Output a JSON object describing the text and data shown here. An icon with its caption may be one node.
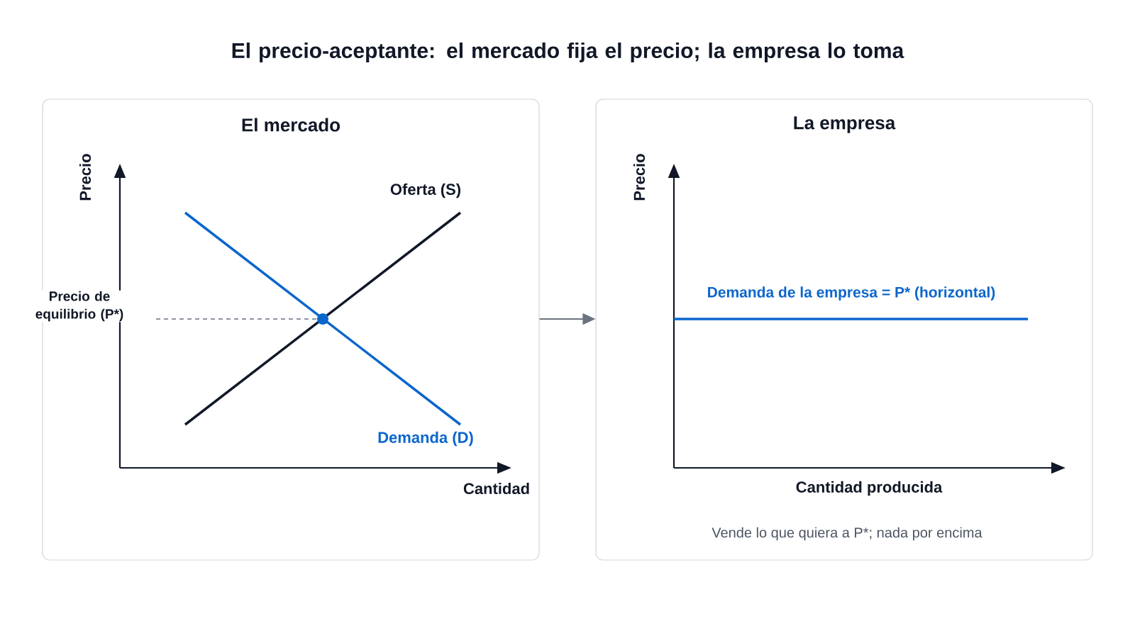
{
  "diagram": {
    "title": "El precio-aceptante: el mercado fija el precio; la empresa lo toma",
    "nodes": [
      {
        "text": [
          "El mercado"
        ]
      },
      {
        "text": [
          "La empresa"
        ]
      }
    ],
    "edges": [
      {
        "from": 0,
        "to": 1,
        "arrow": "to"
      }
    ],
    "labels": [
      "Precio",
      "Oferta (S)",
      "Precio de equilibrio (P*)",
      "Demanda (D)",
      "Cantidad",
      "Precio",
      "Demanda de la empresa = P* (horizontal)",
      "Cantidad producida",
      "Vende lo que quiera a P*; nada por encima"
    ]
  }
}
